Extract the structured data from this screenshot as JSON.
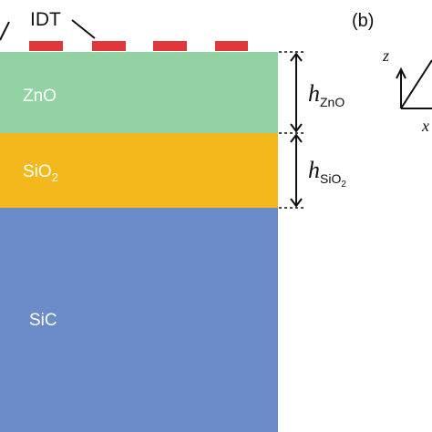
{
  "colors": {
    "zno": "#93d3a3",
    "sio2": "#f2b81c",
    "sic": "#6b8cc9",
    "idt": "#e0373c",
    "ink": "#111111"
  },
  "labels": {
    "idt": "IDT",
    "zno": "ZnO",
    "sio2_base": "SiO",
    "sio2_sub": "2",
    "sic": "SiC",
    "h_zno_var": "h",
    "h_zno_sub": "ZnO",
    "h_sio2_var": "h",
    "h_sio2_sub_base": "SiO",
    "h_sio2_sub_sub": "2",
    "panel_b": "(b)",
    "axis_z": "z",
    "axis_x_partial": "x"
  }
}
